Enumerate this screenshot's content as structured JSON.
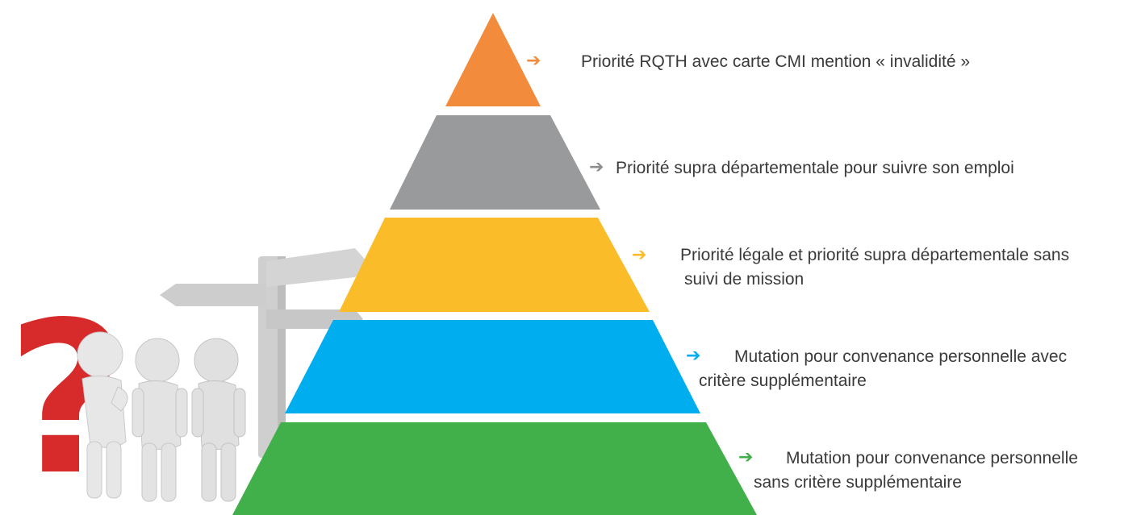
{
  "levels": [
    {
      "text": "Priorité RQTH avec carte CMI mention « invalidité »",
      "color": "#f28c3c",
      "arrow_color": "#f28c3c"
    },
    {
      "text": "Priorité supra départementale pour suivre son emploi",
      "color": "#989a9b",
      "arrow_color": "#8f8f8f"
    },
    {
      "text_line1": "Priorité légale et priorité supra départementale sans",
      "text_line2": "suivi de mission",
      "color": "#fbbc2a",
      "arrow_color": "#fbbc2a"
    },
    {
      "text_line1": "Mutation pour convenance personnelle avec",
      "text_line2": "critère supplémentaire",
      "color": "#00aeef",
      "arrow_color": "#00aeef"
    },
    {
      "text_line1": "Mutation pour convenance personnelle",
      "text_line2": "sans critère supplémentaire",
      "color": "#42b04a",
      "arrow_color": "#42b04a"
    }
  ],
  "arrow_glyph": "➔",
  "question_mark": "?"
}
